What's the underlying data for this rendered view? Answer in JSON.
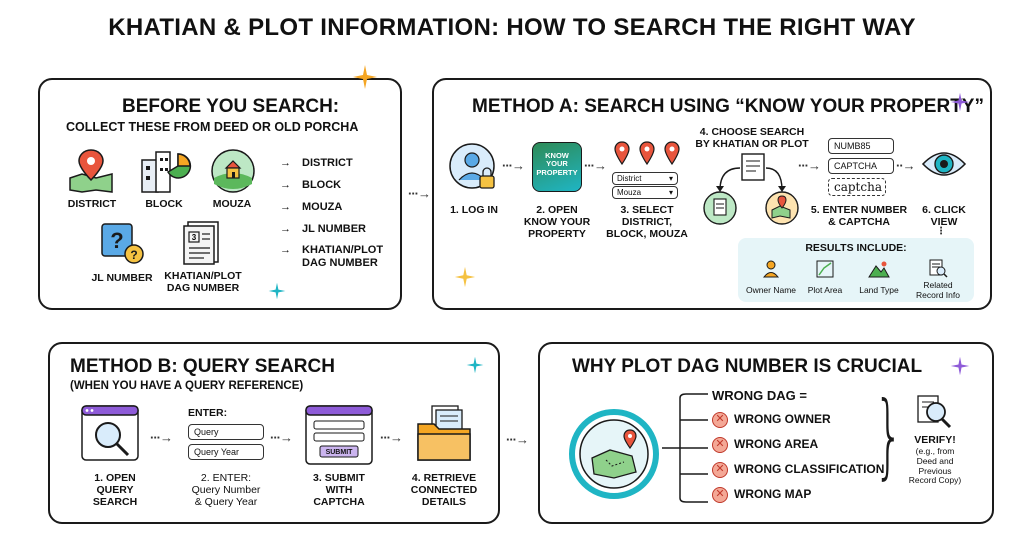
{
  "title": "KHATIAN & PLOT INFORMATION: HOW TO SEARCH THE RIGHT WAY",
  "before": {
    "heading": "BEFORE YOU SEARCH:",
    "subheading": "COLLECT THESE FROM DEED OR OLD PORCHA",
    "icons": [
      "DISTRICT",
      "BLOCK",
      "MOUZA",
      "JL NUMBER",
      "KHATIAN/PLOT\nDAG NUMBER"
    ],
    "list": [
      "DISTRICT",
      "BLOCK",
      "MOUZA",
      "JL NUMBER",
      "KHATIAN/PLOT\nDAG NUMBER"
    ]
  },
  "methodA": {
    "heading": "METHOD A: SEARCH USING “KNOW YOUR PROPERTY”",
    "app_label": "KNOW\nYOUR\nPROPERTY",
    "dropdown1": "District",
    "dropdown2": "Mouza",
    "field1": "NUMB85",
    "field2": "CAPTCHA",
    "captcha": "captcha",
    "steps": [
      "1. LOG IN",
      "2. OPEN\nKNOW YOUR\nPROPERTY",
      "3. SELECT\nDISTRICT,\nBLOCK, MOUZA",
      "4. CHOOSE SEARCH\nBY KHATIAN OR PLOT",
      "5. ENTER NUMBER\n& CAPTCHA",
      "6. CLICK\nVIEW"
    ],
    "results_title": "RESULTS INCLUDE:",
    "results": [
      "Owner Name",
      "Plot Area",
      "Land Type",
      "Related\nRecord Info"
    ]
  },
  "methodB": {
    "heading": "METHOD B: QUERY SEARCH",
    "subheading": "(WHEN YOU HAVE A QUERY REFERENCE)",
    "enter_label": "ENTER:",
    "field1": "Query",
    "field2": "Query Year",
    "submit": "SUBMIT",
    "steps": [
      "1. OPEN\nQUERY\nSEARCH",
      "2. ENTER:\nQuery Number\n& Query Year",
      "3. SUBMIT\nWITH\nCAPTCHA",
      "4. RETRIEVE\nCONNECTED\nDETAILS"
    ]
  },
  "why": {
    "heading": "WHY PLOT DAG NUMBER IS CRUCIAL",
    "wrong_title": "WRONG DAG =",
    "wrong_items": [
      "WRONG OWNER",
      "WRONG AREA",
      "WRONG CLASSIFICATION",
      "WRONG MAP"
    ],
    "verify": "VERIFY!",
    "verify_note": "(e.g., from\nDeed and\nPrevious\nRecord Copy)"
  },
  "colors": {
    "teal": "#1fb5c4",
    "orange": "#f5a623",
    "purple": "#8e5bd8",
    "red": "#e8553d",
    "green": "#4caf50"
  }
}
